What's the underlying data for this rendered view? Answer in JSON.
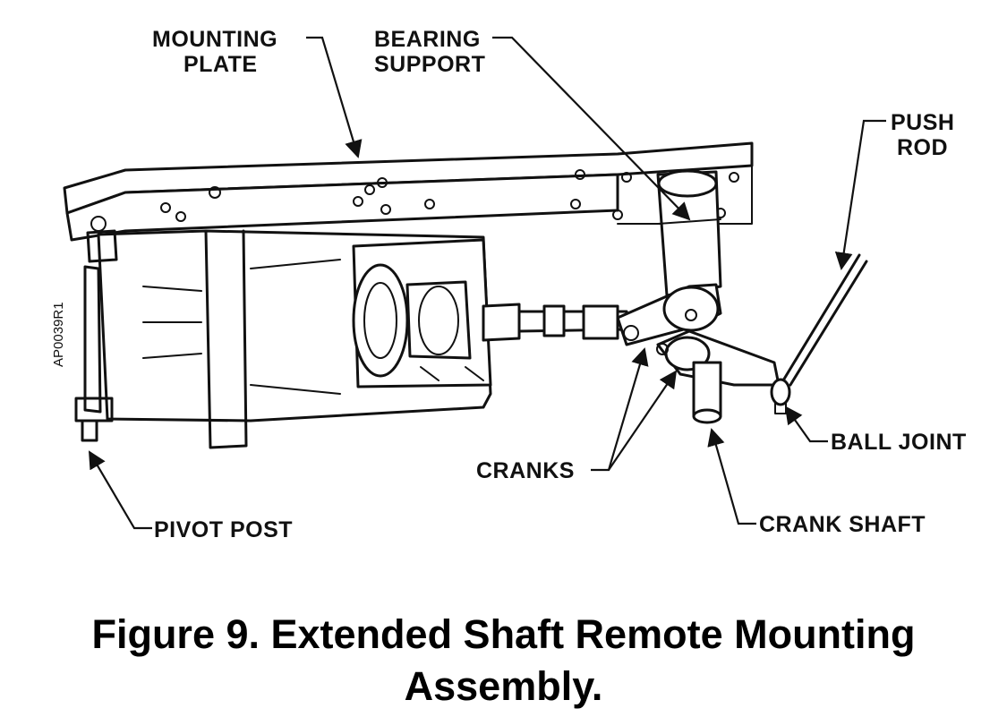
{
  "labels": {
    "mounting_plate_1": "MOUNTING",
    "mounting_plate_2": "PLATE",
    "bearing_support_1": "BEARING",
    "bearing_support_2": "SUPPORT",
    "push_rod_1": "PUSH",
    "push_rod_2": "ROD",
    "ball_joint": "BALL JOINT",
    "cranks": "CRANKS",
    "crank_shaft": "CRANK SHAFT",
    "pivot_post": "PIVOT POST",
    "drawing_code": "AP0039R1"
  },
  "caption": {
    "line1": "Figure 9.  Extended Shaft Remote Mounting",
    "line2": "Assembly."
  }
}
